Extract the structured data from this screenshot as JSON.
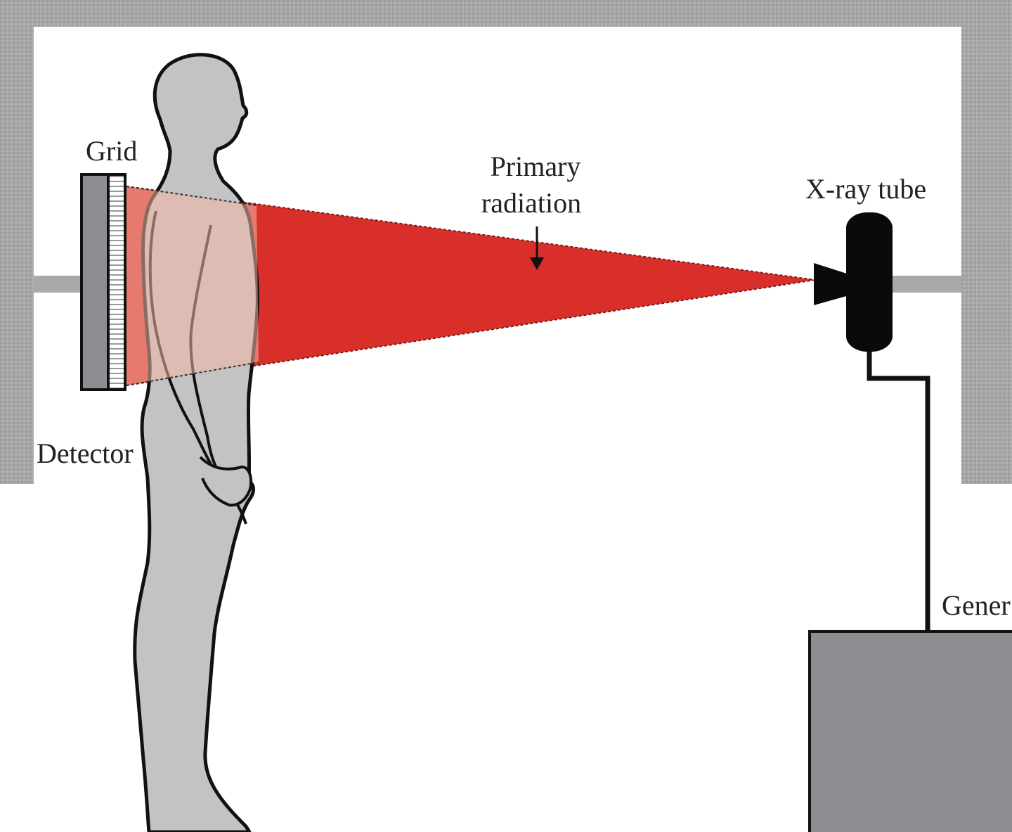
{
  "labels": {
    "grid": "Grid",
    "primary_line1": "Primary",
    "primary_line2": "radiation",
    "xray_tube": "X-ray tube",
    "detector": "Detector",
    "generator": "Gener"
  },
  "colors": {
    "wall": "#a6a6a6",
    "radiation": "#d92f2b",
    "body_fill": "#c3c3c3",
    "outline": "#111111",
    "generator": "#8e8e92",
    "tube": "#0a0a0a",
    "background": "#ffffff"
  }
}
